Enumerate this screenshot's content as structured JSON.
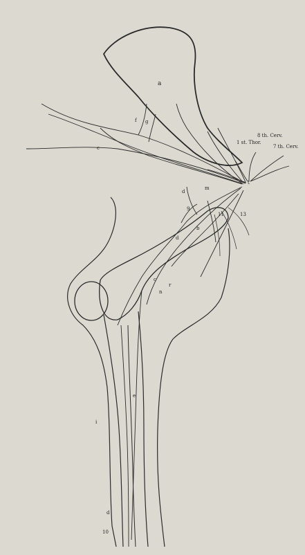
{
  "figure": {
    "labels": {
      "scapula": "a",
      "humerus_letter": "b",
      "c_left": "c",
      "c_mid": "c",
      "d_upper": "d",
      "d_mid": "d",
      "d_lower": "d",
      "e": "e",
      "f": "f",
      "g": "g",
      "i": "i",
      "r": "r",
      "n": "n",
      "t": "t",
      "m": "m",
      "nine": "9",
      "ten": "10",
      "eleven": "11",
      "thirteen": "13",
      "eight_cerv": "8 th. Cerv.",
      "one_thor": "1 st. Thor.",
      "seven_cerv": "7 th. Cerv."
    }
  },
  "colors": {
    "paper": "#dcd9d0",
    "ink": "#2a2a2a"
  }
}
